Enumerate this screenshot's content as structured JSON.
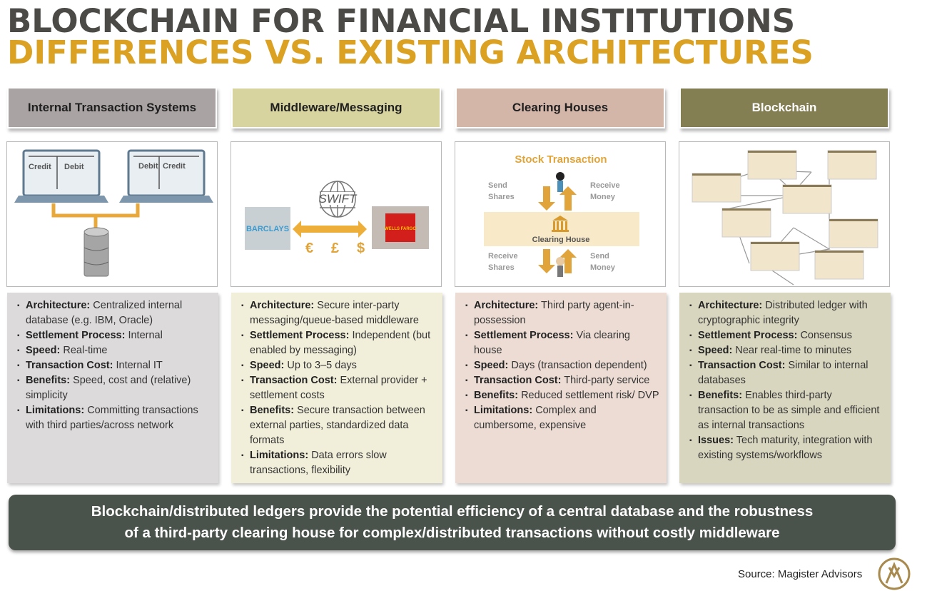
{
  "title": {
    "line1": "BLOCKCHAIN FOR FINANCIAL INSTITUTIONS",
    "line2": "DIFFERENCES VS. EXISTING ARCHITECTURES"
  },
  "columns": [
    {
      "header": "Internal Transaction Systems",
      "header_color": "#a9a3a3",
      "body_color": "#dcdadb",
      "illustration": {
        "laptop1": [
          "Credit",
          "Debit"
        ],
        "laptop2": [
          "Debit",
          "Credit"
        ]
      },
      "items": [
        {
          "k": "Architecture:",
          "v": " Centralized internal database (e.g. IBM, Oracle)"
        },
        {
          "k": "Settlement Process:",
          "v": " Internal"
        },
        {
          "k": "Speed:",
          "v": " Real-time"
        },
        {
          "k": "Transaction Cost:",
          "v": " Internal IT"
        },
        {
          "k": "Benefits:",
          "v": " Speed, cost and (relative) simplicity"
        },
        {
          "k": "Limitations:",
          "v": " Committing transactions with third parties/across network"
        }
      ]
    },
    {
      "header": "Middleware/Messaging",
      "header_color": "#d7d49f",
      "body_color": "#f1eed9",
      "illustration": {
        "swift": "SWIFT",
        "bank1": "BARCLAYS",
        "bank2": "WELLS FARGO",
        "currencies": [
          "€",
          "£",
          "$"
        ]
      },
      "items": [
        {
          "k": "Architecture:",
          "v": " Secure inter-party messaging/queue-based middleware"
        },
        {
          "k": "Settlement Process:",
          "v": " Independent (but enabled by messaging)"
        },
        {
          "k": "Speed:",
          "v": " Up to 3–5 days"
        },
        {
          "k": "Transaction Cost:",
          "v": " External provider + settlement costs"
        },
        {
          "k": "Benefits:",
          "v": " Secure transaction between external parties, standardized data formats"
        },
        {
          "k": "Limitations:",
          "v": " Data errors slow transactions, flexibility"
        }
      ]
    },
    {
      "header": "Clearing Houses",
      "header_color": "#d4b6a8",
      "body_color": "#ecdcd3",
      "illustration": {
        "title": "Stock Transaction",
        "send_shares": [
          "Send",
          "Shares"
        ],
        "receive_money": [
          "Receive",
          "Money"
        ],
        "clearing_house": "Clearing House",
        "receive_shares": [
          "Receive",
          "Shares"
        ],
        "send_money": [
          "Send",
          "Money"
        ]
      },
      "items": [
        {
          "k": "Architecture:",
          "v": " Third party agent-in-possession"
        },
        {
          "k": "Settlement Process:",
          "v": " Via clearing house"
        },
        {
          "k": "Speed:",
          "v": " Days (transaction dependent)"
        },
        {
          "k": "Transaction Cost:",
          "v": " Third-party service"
        },
        {
          "k": "Benefits:",
          "v": " Reduced settlement risk/ DVP"
        },
        {
          "k": "Limitations:",
          "v": " Complex and cumbersome, expensive"
        }
      ]
    },
    {
      "header": "Blockchain",
      "header_color": "#847f52",
      "body_color": "#d9d6bf",
      "items": [
        {
          "k": "Architecture:",
          "v": " Distributed ledger with cryptographic integrity"
        },
        {
          "k": "Settlement Process:",
          "v": " Consensus"
        },
        {
          "k": "Speed:",
          "v": " Near real-time to minutes"
        },
        {
          "k": "Transaction Cost:",
          "v": " Similar to internal databases"
        },
        {
          "k": "Benefits:",
          "v": " Enables third-party transaction to be as simple and efficient as internal transactions"
        },
        {
          "k": "Issues:",
          "v": " Tech maturity, integration with existing systems/workflows"
        }
      ]
    }
  ],
  "banner": {
    "line1": "Blockchain/distributed ledgers provide the potential efficiency of a central database and the robustness",
    "line2": "of a third-party clearing house for complex/distributed transactions without costly middleware"
  },
  "source": "Source: Magister Advisors"
}
